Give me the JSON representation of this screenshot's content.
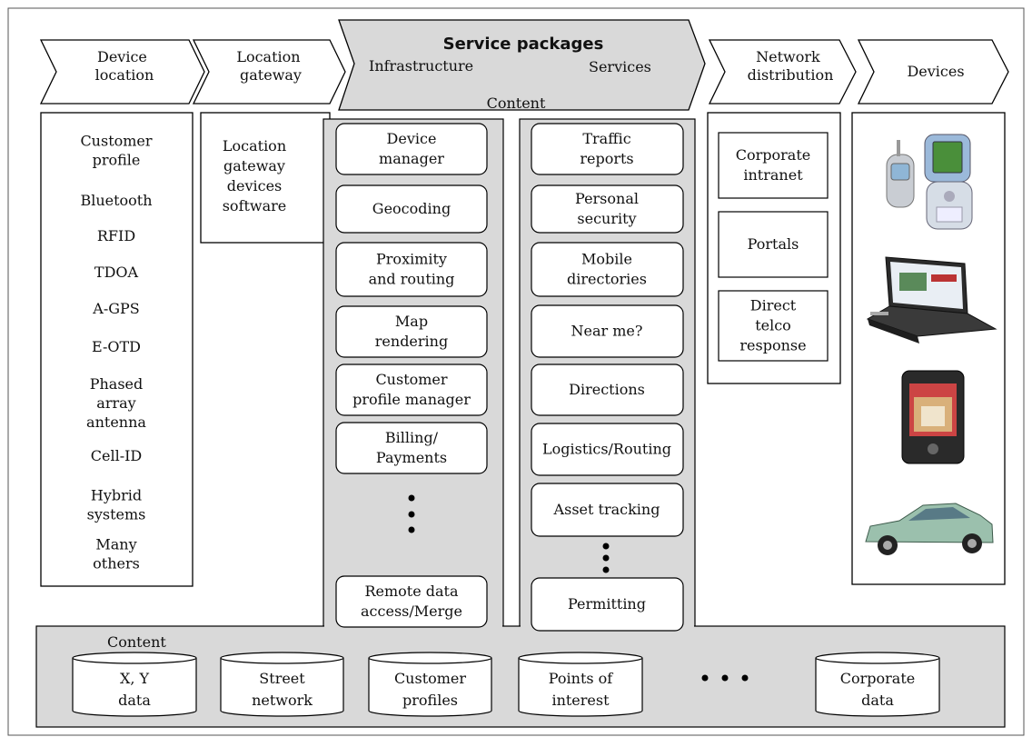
{
  "header": {
    "device_location": [
      "Device",
      "location"
    ],
    "location_gateway": [
      "Location",
      "gateway"
    ],
    "service_packages_title": "Service packages",
    "service_packages_infrastructure": "Infrastructure",
    "service_packages_services": "Services",
    "service_packages_content": "Content",
    "network_distribution": [
      "Network",
      "distribution"
    ],
    "devices": [
      "Devices"
    ]
  },
  "device_location_list": [
    [
      "Customer",
      "profile"
    ],
    [
      "Bluetooth"
    ],
    [
      "RFID"
    ],
    [
      "TDOA"
    ],
    [
      "A-GPS"
    ],
    [
      "E-OTD"
    ],
    [
      "Phased",
      "array",
      "antenna"
    ],
    [
      "Cell-ID"
    ],
    [
      "Hybrid",
      "systems"
    ],
    [
      "Many",
      "others"
    ]
  ],
  "location_gateway_box": [
    "Location",
    "gateway",
    "devices",
    "software"
  ],
  "infrastructure_items": [
    [
      "Device",
      "manager"
    ],
    [
      "Geocoding"
    ],
    [
      "Proximity",
      "and routing"
    ],
    [
      "Map",
      "rendering"
    ],
    [
      "Customer",
      "profile manager"
    ],
    [
      "Billing/",
      "Payments"
    ],
    [
      "Remote data",
      "access/Merge"
    ]
  ],
  "services_items": [
    [
      "Traffic",
      "reports"
    ],
    [
      "Personal",
      "security"
    ],
    [
      "Mobile",
      "directories"
    ],
    [
      "Near me?"
    ],
    [
      "Directions"
    ],
    [
      "Logistics/Routing"
    ],
    [
      "Asset tracking"
    ],
    [
      "Permitting"
    ]
  ],
  "network_items": [
    [
      "Corporate",
      "intranet"
    ],
    [
      "Portals"
    ],
    [
      "Direct",
      "telco",
      "response"
    ]
  ],
  "devices_images": [
    "flip-phones-image",
    "laptop-image",
    "pda-image",
    "car-image"
  ],
  "content_bar": {
    "label": "Content",
    "databases": [
      [
        "X, Y",
        "data"
      ],
      [
        "Street",
        "network"
      ],
      [
        "Customer",
        "profiles"
      ],
      [
        "Points of",
        "interest"
      ],
      [
        "Corporate",
        "data"
      ]
    ]
  },
  "colors": {
    "gray_fill": "#d9d9d9",
    "stroke": "#000000",
    "white": "#ffffff"
  }
}
